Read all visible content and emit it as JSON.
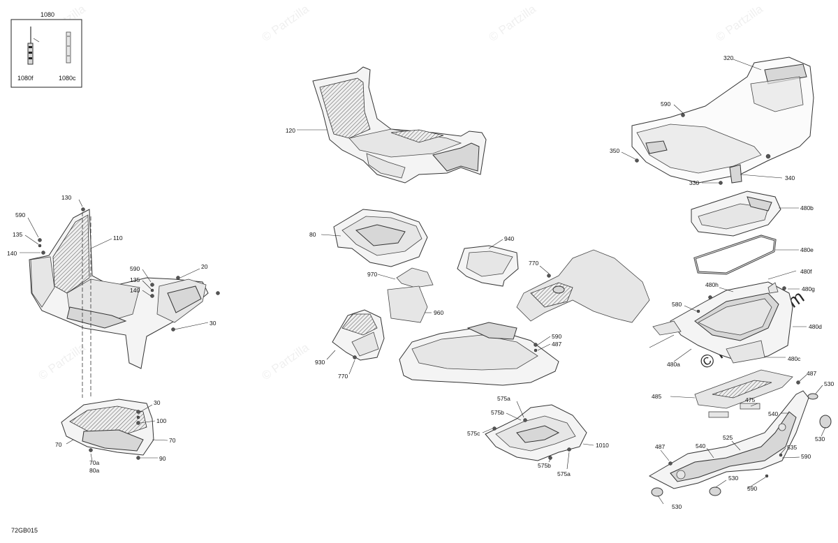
{
  "diagram_code": "72GB015",
  "watermark_text": "© Partzilla",
  "watermark_brand": "© Partzilla.com",
  "inset": {
    "title": "1080",
    "left_label": "1080f",
    "right_label": "1080c"
  },
  "labels": {
    "l120": "120",
    "l320": "320",
    "l590a": "590",
    "l350": "350",
    "l340": "340",
    "l330": "330",
    "l480b": "480b",
    "l480e": "480e",
    "l480f": "480f",
    "l480h": "480h",
    "l480g": "480g",
    "l580": "580",
    "l480d": "480d",
    "l480a": "480a",
    "l480c": "480c",
    "l487a": "487",
    "l530a": "530",
    "l485": "485",
    "l475": "475",
    "l540a": "540",
    "l530b": "530",
    "l487b": "487",
    "l540b": "540",
    "l525": "525",
    "l535": "535",
    "l590b": "590",
    "l530c": "530",
    "l590c": "590",
    "l530d": "530",
    "l130": "130",
    "l590d": "590",
    "l135a": "135",
    "l140a": "140",
    "l110": "110",
    "l590e": "590",
    "l135b": "135",
    "l140b": "140",
    "l20": "20",
    "l30a": "30",
    "l30b": "30",
    "l100": "100",
    "l70a": "70",
    "l70b": "70",
    "l70a_sub": "70a",
    "l80a_sub": "80a",
    "l90": "90",
    "l80": "80",
    "l940": "940",
    "l770a": "770",
    "l970": "970",
    "l960": "960",
    "l930": "930",
    "l770b": "770",
    "l590f": "590",
    "l487c": "487",
    "l575a_top": "575a",
    "l575b_top": "575b",
    "l575c": "575c",
    "l1010": "1010",
    "l575b_bot": "575b",
    "l575a_bot": "575a"
  }
}
